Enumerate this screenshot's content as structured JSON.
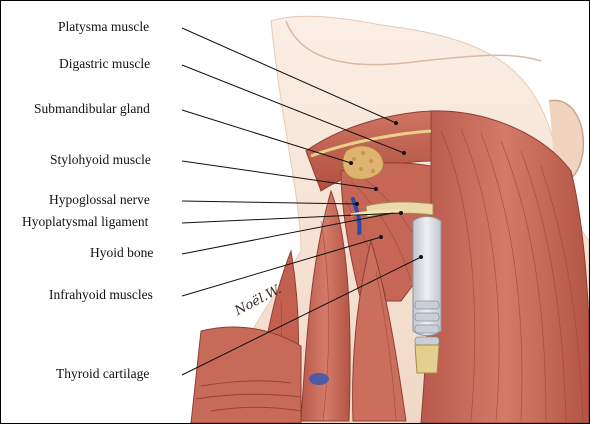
{
  "labels": {
    "platysma_muscle": "Platysma muscle",
    "digastric_muscle": "Digastric muscle",
    "submandibular_gland": "Submandibular gland",
    "stylohyoid_muscle": "Stylohyoid muscle",
    "hypoglossal_nerve": "Hypoglossal nerve",
    "hyoplatysmal_ligament": "Hyoplatysmal ligament",
    "hyoid_bone": "Hyoid bone",
    "infrahyoid_muscles": "Infrahyoid muscles",
    "thyroid_cartilage": "Thyroid cartilage"
  },
  "signature": "Noël.W.",
  "colors": {
    "muscle": "#c8695a",
    "muscle_dark": "#a84a3e",
    "skin": "#f7e6d8",
    "gland": "#e2b77a",
    "nerve": "#2f4aa8",
    "cartilage": "#d9dde2",
    "leader_line": "#111111"
  }
}
